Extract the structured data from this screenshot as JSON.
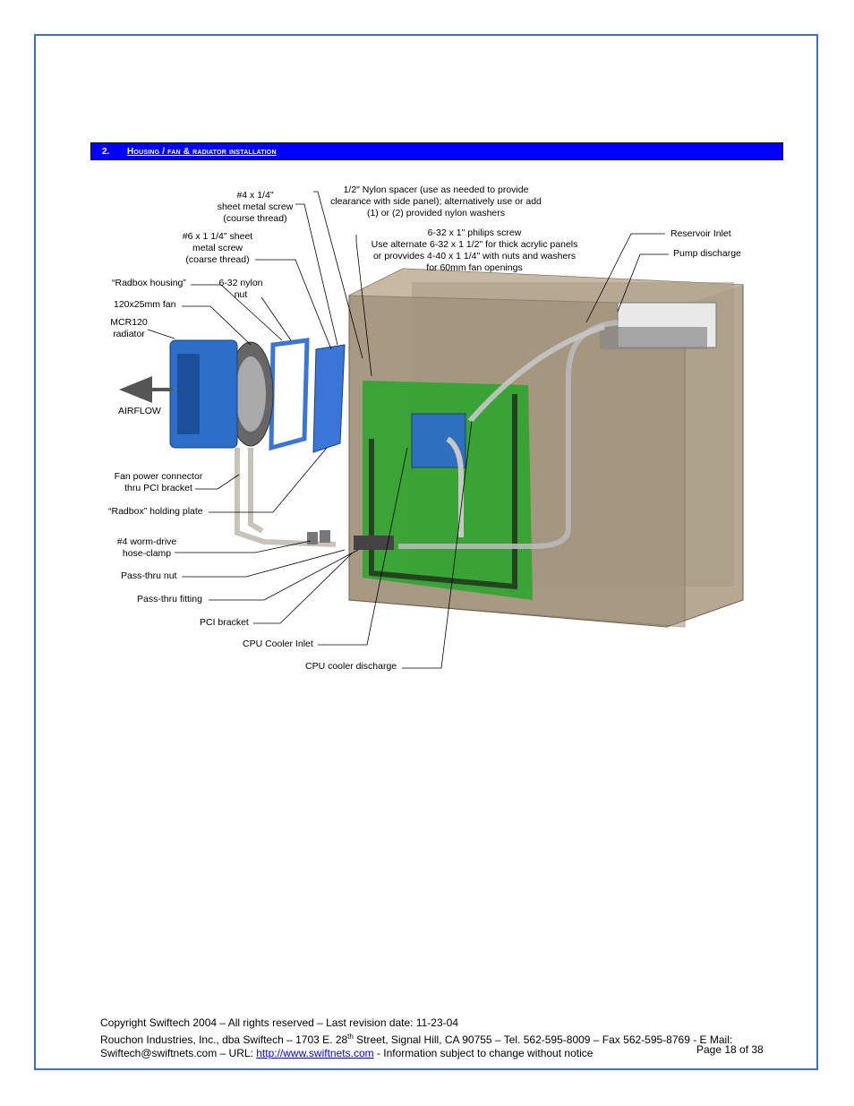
{
  "section": {
    "number": "2.",
    "title": "Housing / fan & radiator installation"
  },
  "diagram": {
    "labels": {
      "screw4": [
        "#4 x 1/4\"",
        "sheet metal screw",
        "(course thread)"
      ],
      "nylon_spacer": [
        "1/2\" Nylon spacer (use as needed to provide",
        "clearance with side panel); alternatively use or add",
        "(1) or (2) provided nylon washers"
      ],
      "screw6": [
        "#6 x 1 1/4\" sheet",
        "metal screw",
        "(coarse thread)"
      ],
      "philips": [
        "6-32 x 1\" philips screw",
        "Use alternate 6-32 x 1 1/2\" for thick acrylic panels",
        "or provvides 4-40 x 1 1/4\" with nuts and washers",
        "for 60mm fan openings"
      ],
      "reservoir_inlet": "Reservoir Inlet",
      "pump_discharge": "Pump discharge",
      "radbox_housing": "“Radbox housing”",
      "nylon_nut": [
        "6-32 nylon",
        "nut"
      ],
      "fan": "120x25mm fan",
      "radiator": [
        "MCR120",
        "radiator"
      ],
      "airflow": "AIRFLOW",
      "fan_power": [
        "Fan power connector",
        "thru PCI bracket"
      ],
      "holding_plate": "“Radbox” holding plate",
      "hose_clamp": [
        "#4 worm-drive",
        "hose-clamp"
      ],
      "passthru_nut": "Pass-thru nut",
      "passthru_fitting": "Pass-thru fitting",
      "pci_bracket": "PCI bracket",
      "cpu_inlet": "CPU Cooler Inlet",
      "cpu_discharge": "CPU cooler discharge"
    }
  },
  "footer": {
    "line1": "Copyright Swiftech 2004 – All rights reserved – Last revision date: 11-23-04",
    "line2_a": "Rouchon Industries, Inc., dba Swiftech – 1703 E. 28",
    "line2_sup": "th",
    "line2_b": " Street, Signal Hill, CA 90755 – Tel. 562-595-8009 – Fax 562-595-8769 - E Mail:",
    "line3_a": "Swiftech@swiftnets.com – URL: ",
    "line3_link": "http://www.swiftnets.com",
    "line3_b": "  - Information subject to change without notice",
    "page": "Page 18 of 38"
  }
}
